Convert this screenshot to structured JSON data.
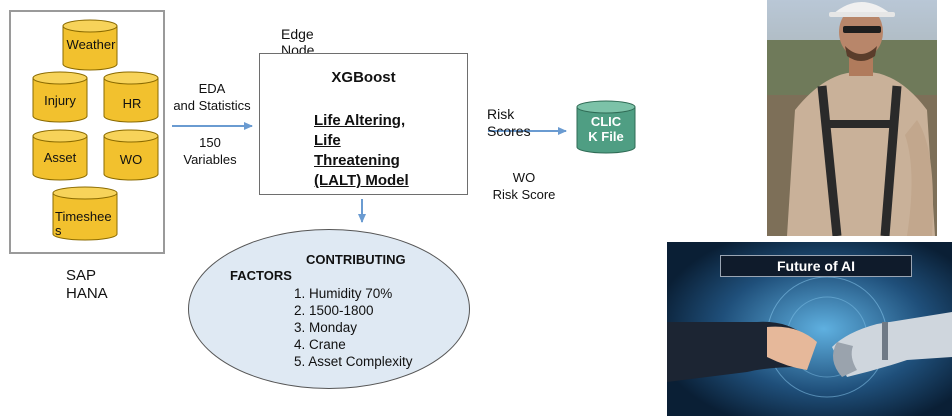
{
  "databases": [
    {
      "label": "Weather"
    },
    {
      "label": "Injury"
    },
    {
      "label": "HR"
    },
    {
      "label": "Asset"
    },
    {
      "label": "WO"
    },
    {
      "label": "Timeshee\ns"
    }
  ],
  "sap": {
    "label_line1": "SAP",
    "label_line2": "HANA"
  },
  "eda": {
    "line1": "EDA",
    "line2": "and Statistics",
    "line3": "150",
    "line4": "Variables"
  },
  "edge_node": {
    "line1": "Edge",
    "line2": "Node"
  },
  "model": {
    "title": "XGBoost",
    "line1": "Life Altering,",
    "line2": "Life",
    "line3": "Threatening",
    "line4": "(LALT) Model"
  },
  "risk_scores": {
    "line1": "Risk",
    "line2": "Scores"
  },
  "wo_risk": {
    "line1": "WO",
    "line2": "Risk Score"
  },
  "clic": {
    "line1": "CLIC",
    "line2": "K File"
  },
  "factors": {
    "title": "CONTRIBUTING",
    "label": "FACTORS",
    "items": [
      "1.  Humidity 70%",
      "2. 1500-1800",
      "3. Monday",
      "4.  Crane",
      "5. Asset Complexity"
    ]
  },
  "future_ai": {
    "banner": "Future of AI"
  },
  "colors": {
    "cylinder": "#f2c12e",
    "cylinder_edge": "#8a6a00",
    "arrow": "#6a9bd1",
    "clic": "#4f9e83",
    "ellipse": "#dfe9f3"
  }
}
